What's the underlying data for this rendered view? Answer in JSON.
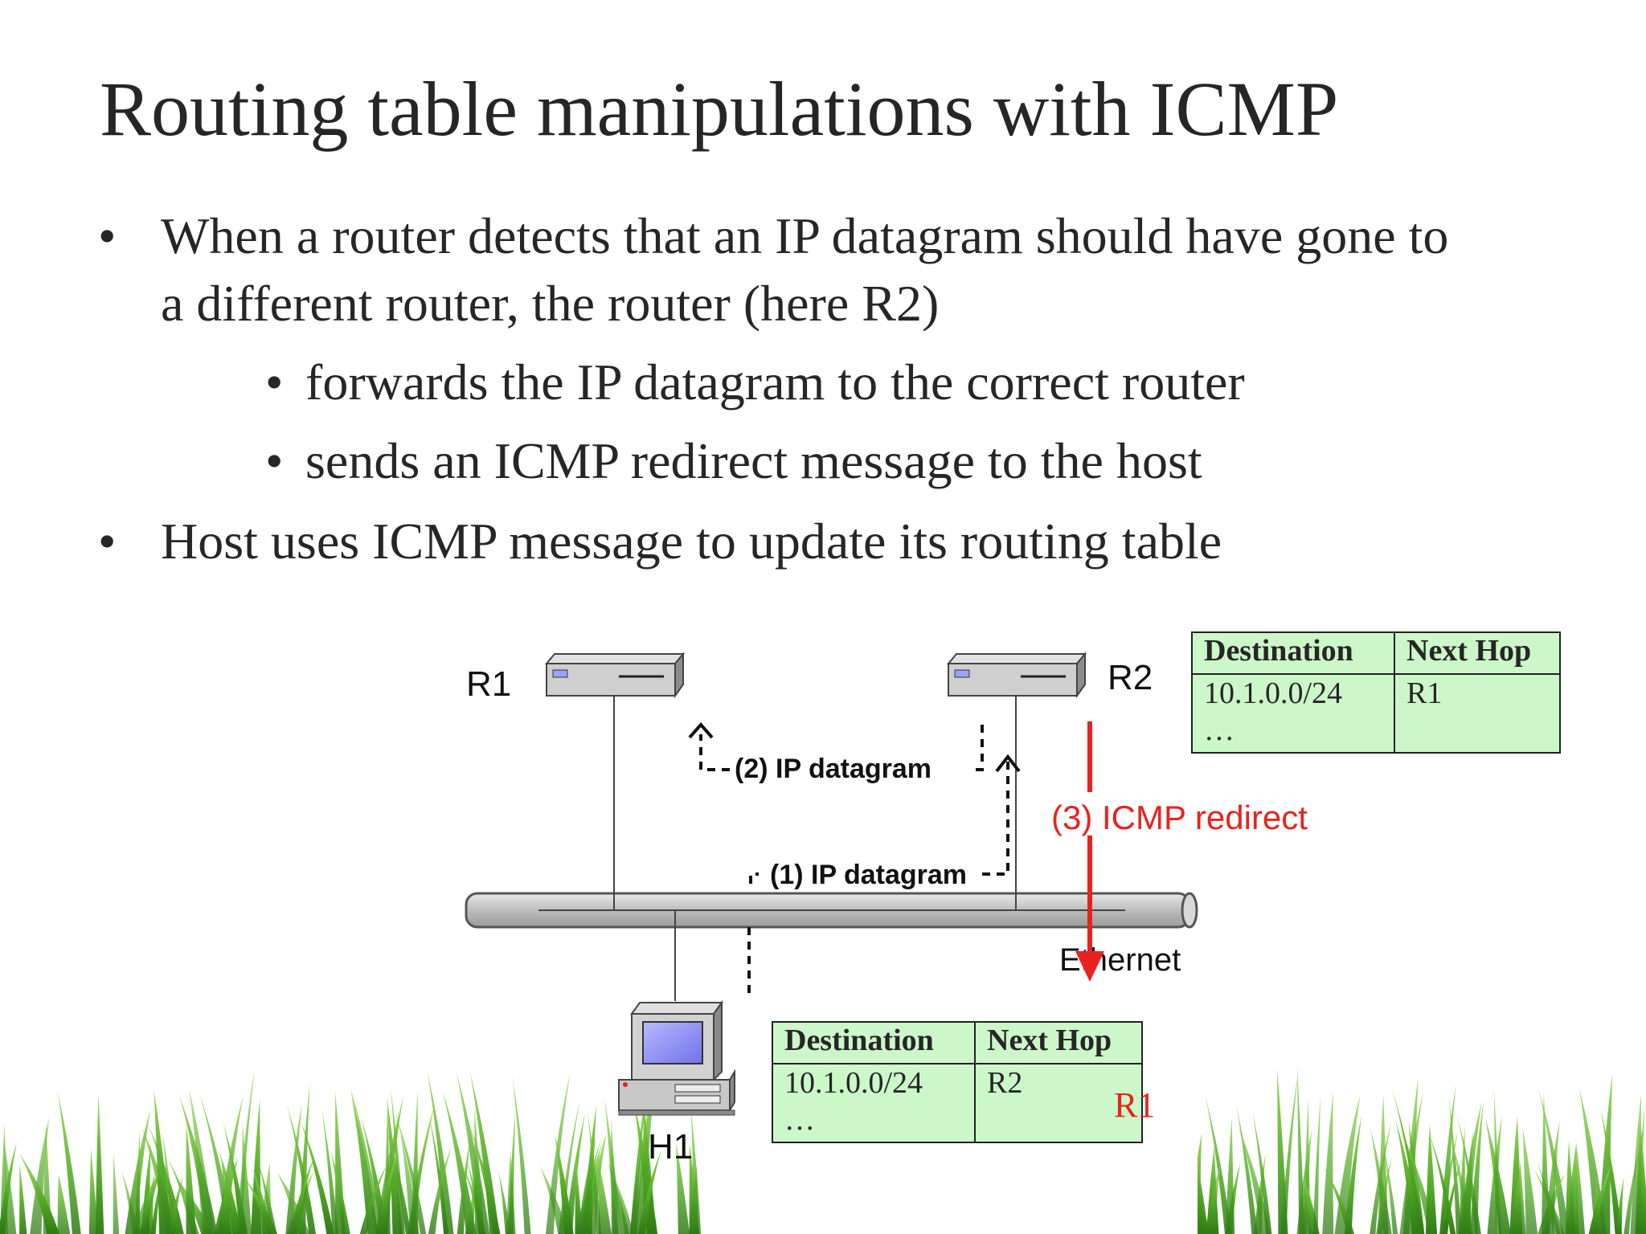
{
  "slide": {
    "title": "Routing table manipulations with ICMP",
    "bullets": [
      {
        "level": 1,
        "marker": "•",
        "lines": [
          "When a router detects that an IP datagram should have gone to",
          "a different router, the router (here R2)"
        ]
      },
      {
        "level": 2,
        "marker": "•",
        "lines": [
          "forwards the IP datagram to the correct router"
        ]
      },
      {
        "level": 2,
        "marker": "•",
        "lines": [
          "sends  an ICMP redirect message to the host"
        ]
      },
      {
        "level": 1,
        "marker": "•",
        "lines": [
          "Host uses ICMP message to update its routing table"
        ]
      }
    ]
  },
  "diagram": {
    "nodes": {
      "r1": "R1",
      "r2": "R2",
      "h1": "H1",
      "network": "Ethernet"
    },
    "messages": {
      "step1": "(1) IP datagram",
      "step2": "(2) IP datagram",
      "step3": "(3) ICMP redirect"
    },
    "r2_table": {
      "headers": [
        "Destination",
        "Next Hop"
      ],
      "rows": [
        [
          "10.1.0.0/24",
          "R1"
        ],
        [
          "…",
          ""
        ]
      ]
    },
    "h1_table": {
      "headers": [
        "Destination",
        "Next Hop"
      ],
      "rows": [
        [
          "10.1.0.0/24",
          "R2"
        ],
        [
          "…",
          ""
        ]
      ],
      "updated_next_hop": "R1"
    }
  },
  "colors": {
    "text": "#262626",
    "redirect": "#e8231f",
    "table_fill": "#ccf8c9",
    "grass": "#5fb82e"
  }
}
